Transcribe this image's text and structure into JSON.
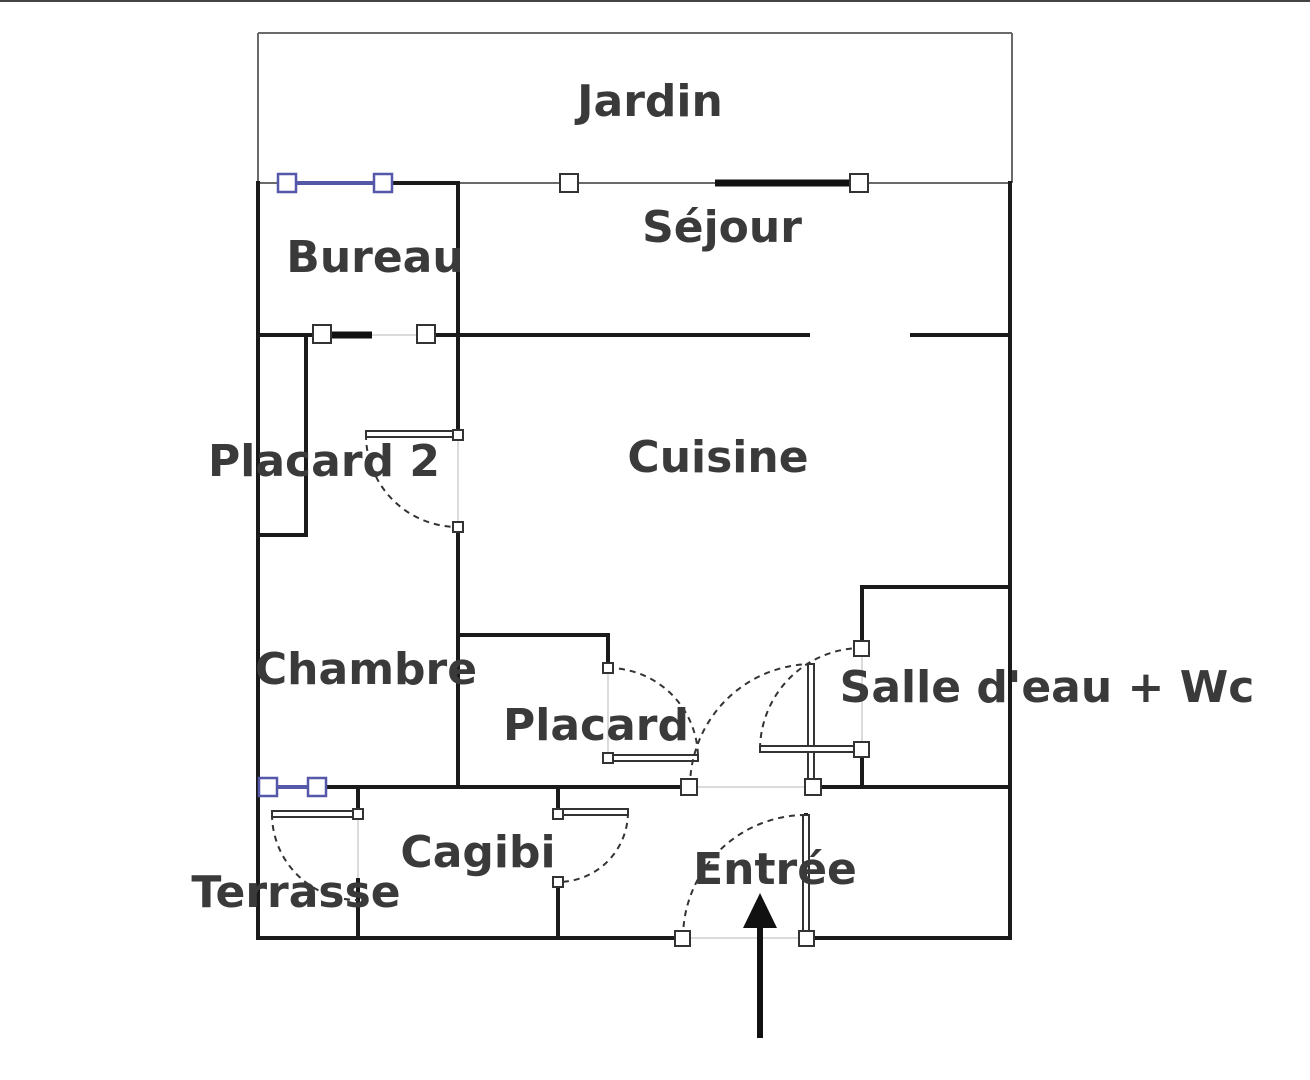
{
  "rooms": {
    "jardin": "Jardin",
    "sejour": "Séjour",
    "bureau": "Bureau",
    "placard2": "Placard 2",
    "cuisine": "Cuisine",
    "chambre": "Chambre",
    "placard": "Placard",
    "salle_eau": "Salle d'eau + Wc",
    "cagibi": "Cagibi",
    "terrasse": "Terrasse",
    "entree": "Entrée"
  },
  "colors": {
    "wall": "#1a1a1a",
    "window": "#5557a8",
    "label": "#3a3a3a"
  }
}
